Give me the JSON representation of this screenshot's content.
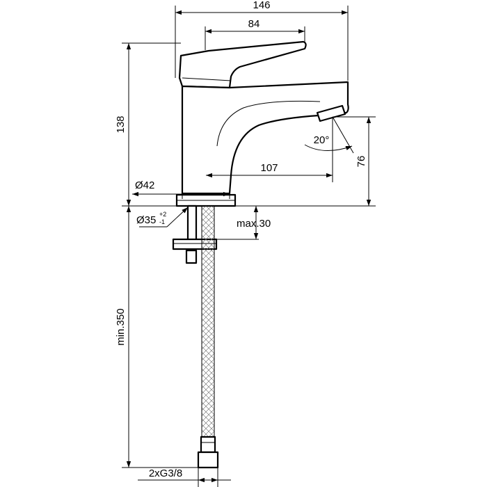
{
  "dimensions": {
    "overall_width": "146",
    "lever_length": "84",
    "height": "138",
    "spout_height": "76",
    "spout_reach": "107",
    "body_diameter": "Ø42",
    "hole_diameter": "Ø35",
    "hole_tol_plus": "+2",
    "hole_tol_minus": "-1",
    "max_thickness": "max.30",
    "hose_length": "min.350",
    "connection": "2xG3/8",
    "spout_angle": "20°"
  }
}
